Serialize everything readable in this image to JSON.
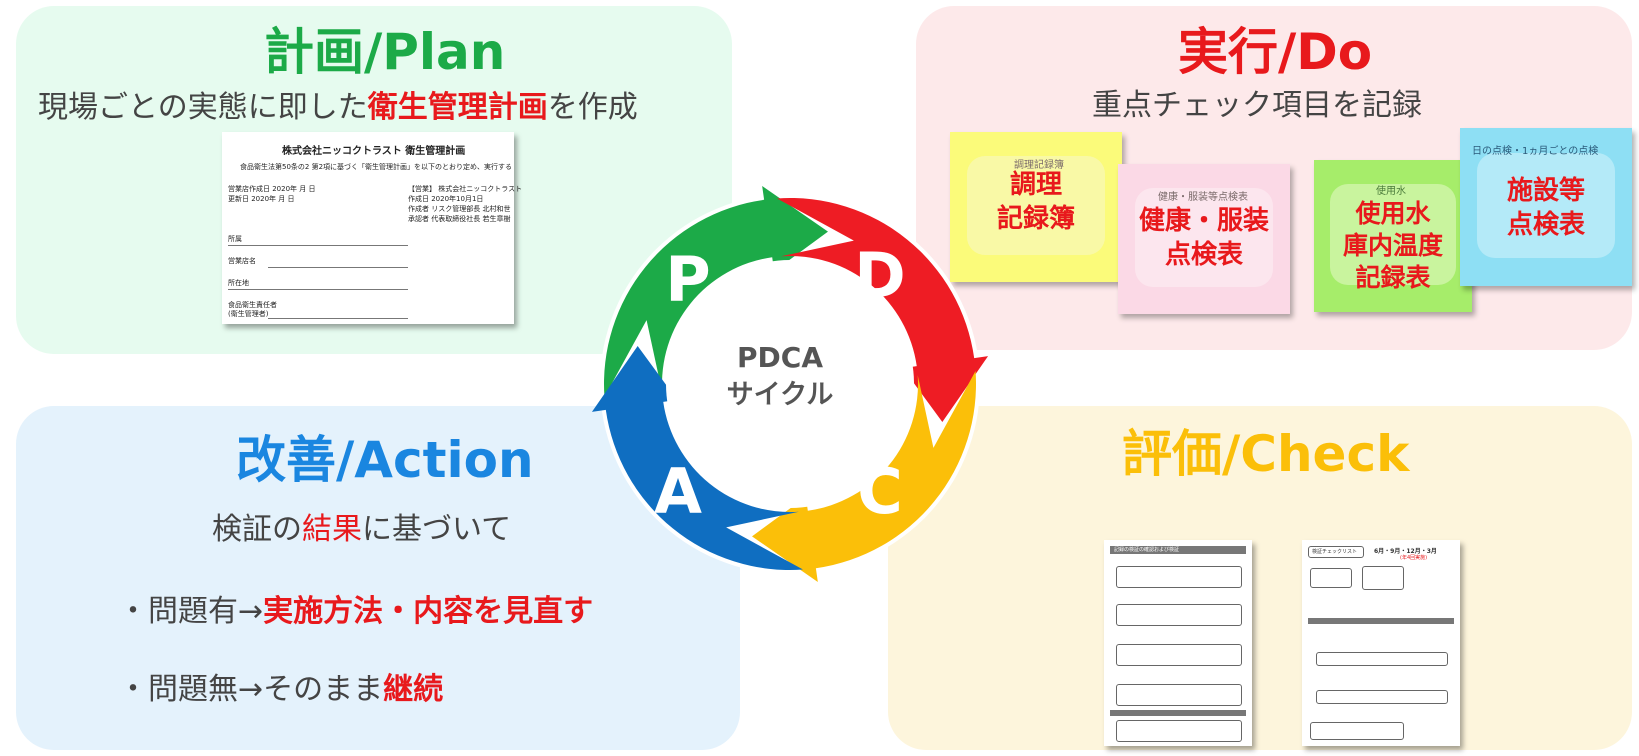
{
  "cycle": {
    "center_line1": "PDCA",
    "center_line2": "サイクル",
    "letter_p": "P",
    "letter_d": "D",
    "letter_c": "C",
    "letter_a": "A",
    "colors": {
      "p": "#1caa48",
      "d": "#ee1c24",
      "c": "#fbbf09",
      "a": "#0f6ec1"
    }
  },
  "plan": {
    "title": "計画/Plan",
    "subtitle_pre": "現場ごとの実態に即した",
    "subtitle_em": "衛生管理計画",
    "subtitle_post": "を作成",
    "doc": {
      "heading": "株式会社ニッコクトラスト 衛生管理計画",
      "intro": "食品衛生法第50条の2 第2項に基づく「衛生管理計画」を以下のとおり定め、実行する",
      "r1_left": "営業店作成日  2020年   月   日",
      "r2_left": "更新日        2020年   月   日",
      "r1_right": "【営業】 株式会社ニッコクトラスト",
      "r2_right": "作成日   2020年10月1日",
      "r3_right": "作成者   リスク管理部長  北村和世",
      "r4_right": "承認者   代表取締役社長  若生章樹",
      "f1": "所属",
      "f2": "営業店名",
      "f3": "所在地",
      "f4a": "食品衛生責任者",
      "f4b": "(衛生管理者)"
    }
  },
  "do": {
    "title": "実行/Do",
    "subtitle": "重点チェック項目を記録",
    "cards": [
      {
        "small": "調理記録簿",
        "l1": "調理",
        "l2": "記録簿",
        "l3": ""
      },
      {
        "small": "健康・服装等点検表",
        "l1": "健康・服装",
        "l2": "点検表",
        "l3": ""
      },
      {
        "small": "使用水",
        "l1": "使用水",
        "l2": "庫内温度",
        "l3": "記録表"
      },
      {
        "small": "日の点検・1ヵ月ごとの点検",
        "l1": "施設等",
        "l2": "点検表",
        "l3": ""
      }
    ]
  },
  "check": {
    "title": "評価/Check",
    "doc1_heading": "記録の検証の確認および検証",
    "doc2_heading": "検証チェックリスト",
    "doc2_period": "6月・9月・12月・3月",
    "doc2_note": "(年4回実施)"
  },
  "action": {
    "title": "改善/Action",
    "subtitle_pre": "検証の",
    "subtitle_em": "結果",
    "subtitle_post": "に基づいて",
    "item1_pre": "・問題有→",
    "item1_em": "実施方法・内容を見直す",
    "item2_pre": "・問題無→そのまま",
    "item2_em": "継続"
  }
}
